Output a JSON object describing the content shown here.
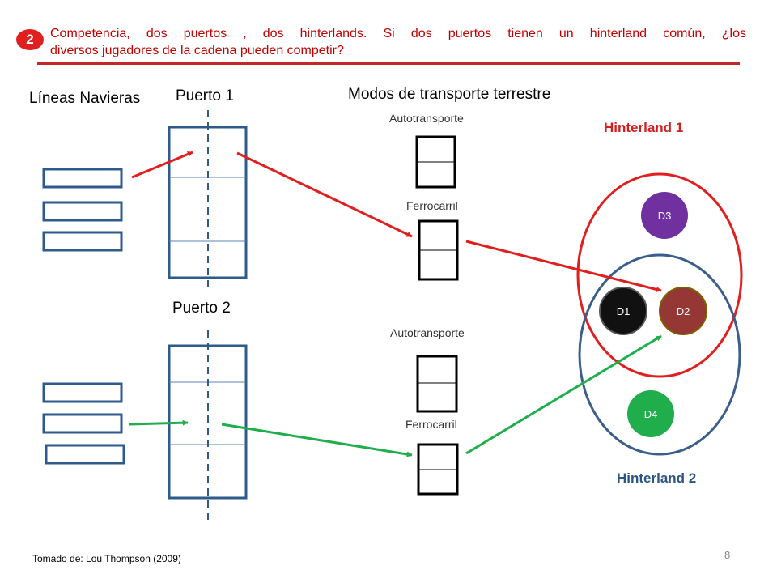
{
  "header": {
    "badge": "2",
    "line1": "Competencia, dos puertos , dos hinterlands. Si dos puertos tienen un hinterland común, ¿los",
    "line2": "diversos jugadores  de la cadena  pueden competir?"
  },
  "labels": {
    "shipping_lines": "Líneas Navieras",
    "port1": "Puerto 1",
    "port2": "Puerto 2",
    "land_modes": "Modos de transporte terrestre",
    "truck_top": "Autotransporte",
    "rail_top": "Ferrocarril",
    "truck_bottom": "Autotransporte",
    "rail_bottom": "Ferrocarril",
    "hinterland1": "Hinterland 1",
    "hinterland2": "Hinterland 2"
  },
  "destinations": {
    "d1": "D1",
    "d2": "D2",
    "d3": "D3",
    "d4": "D4"
  },
  "colors": {
    "accent_red": "#c00000",
    "route_red": "#e0201f",
    "route_green": "#1fae4b",
    "box_blue": "#2e5a8c",
    "hinterland1": "#e0201f",
    "hinterland2": "#3b5e8c",
    "hinterland1_label": "#d21f1f",
    "hinterland2_label": "#2d5583",
    "d1_fill": "#111111",
    "d2_fill": "#953735",
    "d3_fill": "#7030a0",
    "d4_fill": "#1fae4b"
  },
  "footer": {
    "source": "Tomado de: Lou Thompson  (2009)",
    "page": "8"
  }
}
